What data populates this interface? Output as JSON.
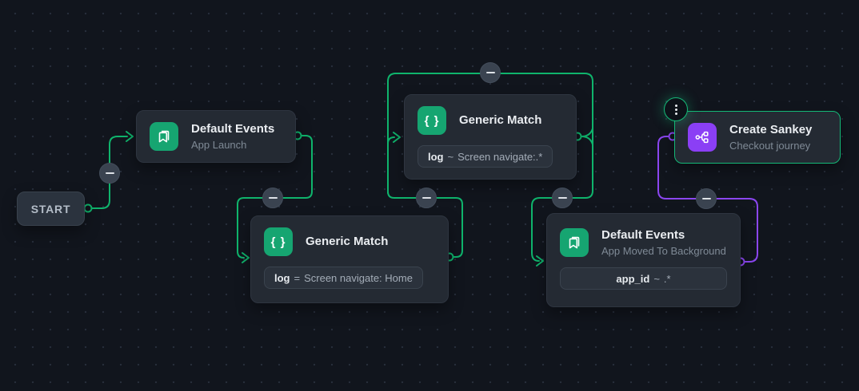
{
  "app": {
    "view": "flow-canvas"
  },
  "start_node": {
    "label": "START"
  },
  "nodes": {
    "default_events_app_launch": {
      "title": "Default Events",
      "subtitle": "App Launch",
      "icon": "bookmarks-icon"
    },
    "generic_match_home": {
      "title": "Generic Match",
      "icon": "braces-icon",
      "filter_key": "log",
      "filter_op": "=",
      "filter_value": "Screen navigate: Home"
    },
    "generic_match_screen_any": {
      "title": "Generic Match",
      "icon": "braces-icon",
      "filter_key": "log",
      "filter_op": "~",
      "filter_value": "Screen navigate:.*"
    },
    "default_events_app_background": {
      "title": "Default Events",
      "subtitle": "App Moved To Background",
      "icon": "bookmarks-icon",
      "filter_key": "app_id",
      "filter_op": "~",
      "filter_value": ".*"
    },
    "create_sankey": {
      "title": "Create Sankey",
      "subtitle": "Checkout journey",
      "icon": "sankey-flow-icon",
      "selected": true
    }
  },
  "icons": {
    "braces_glyph": "{ }",
    "default_events": "bookmarks-icon",
    "generic_match": "braces-icon",
    "create_sankey": "sankey-flow-icon",
    "edge_remove": "minus-icon",
    "node_menu": "ellipsis-icon"
  },
  "colors": {
    "canvas_bg": "#11151d",
    "grid_dot": "#262d3a",
    "node_bg": "#242a33",
    "accent_green": "#0fb46c",
    "icon_green": "#16a571",
    "accent_purple": "#8b46f0",
    "icon_purple": "#8b3ff5",
    "selected_border": "#14b877"
  }
}
